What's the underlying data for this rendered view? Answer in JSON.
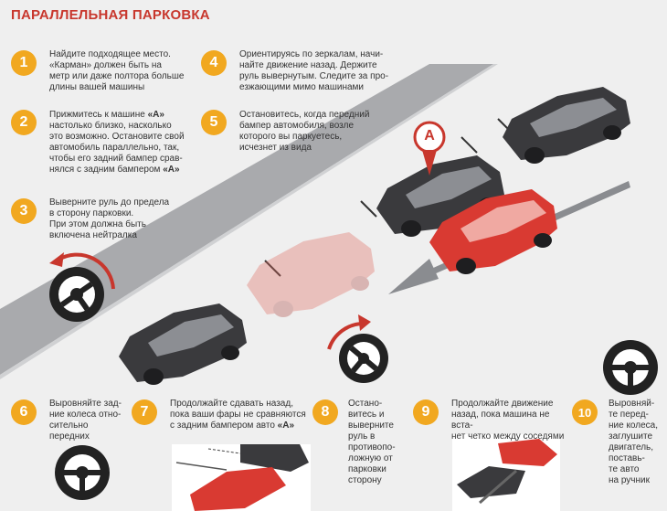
{
  "title": "ПАРАЛЛЕЛЬНАЯ ПАРКОВКА",
  "marker_label": "A",
  "steps": [
    {
      "num": "1",
      "text": "Найдите подходящее место.\n«Карман» должен быть на\nметр или даже полтора больше\nдлины вашей машины"
    },
    {
      "num": "2",
      "text_before": "Прижмитесь к машине ",
      "bold1": "«А»",
      "text_middle": "\nнастолько близко, насколько\nэто возможно. Остановите свой\nавтомобиль параллельно, так,\nчтобы его задний бампер срав-\nнялся с задним бампером ",
      "bold2": "«А»"
    },
    {
      "num": "3",
      "text": "Выверните руль до предела\nв сторону парковки.\nПри этом должна быть\nвключена нейтралка"
    },
    {
      "num": "4",
      "text": "Ориентируясь по зеркалам, начи-\nнайте движение назад. Держите\nруль вывернутым. Следите за про-\nезжающими мимо машинами"
    },
    {
      "num": "5",
      "text": "Остановитесь, когда передний\nбампер автомобиля, возле\nкоторого вы паркуетесь,\nисчезнет из вида"
    },
    {
      "num": "6",
      "text": "Выровняйте зад-\nние колеса отно-\nсительно передних"
    },
    {
      "num": "7",
      "text_before": "Продолжайте сдавать назад,\nпока ваши фары не сравняются\nс задним бампером авто ",
      "bold1": "«А»"
    },
    {
      "num": "8",
      "text": "Остано-\nвитесь и\nвыверните\nруль в\nпротивопо-\nложную от\nпарковки\nсторону"
    },
    {
      "num": "9",
      "text": "Продолжайте движение\nназад, пока машина не вста-\nнет четко между соседями"
    },
    {
      "num": "10",
      "text": "Выровняй-\nте перед-\nние колеса,\nзаглушите\nдвигатель,\nпоставь-\nте авто\nна ручник"
    }
  ],
  "colors": {
    "title": "#c8372d",
    "badge": "#f1a820",
    "car_dark": "#3a3a3d",
    "car_red": "#d93a32",
    "road": "#a9aaad",
    "arrow": "#8a8c90"
  }
}
